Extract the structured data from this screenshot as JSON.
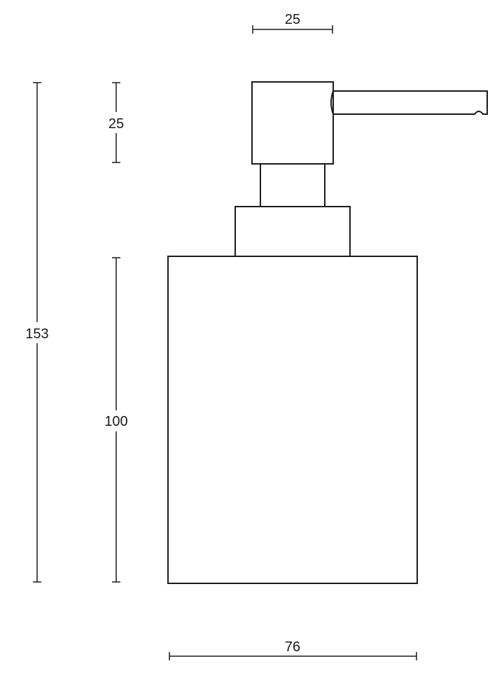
{
  "drawing": {
    "subject": "",
    "dimensions": {
      "pump_width": "25",
      "head_height": "25",
      "total_height": "153",
      "body_height": "100",
      "body_width": "76"
    }
  }
}
